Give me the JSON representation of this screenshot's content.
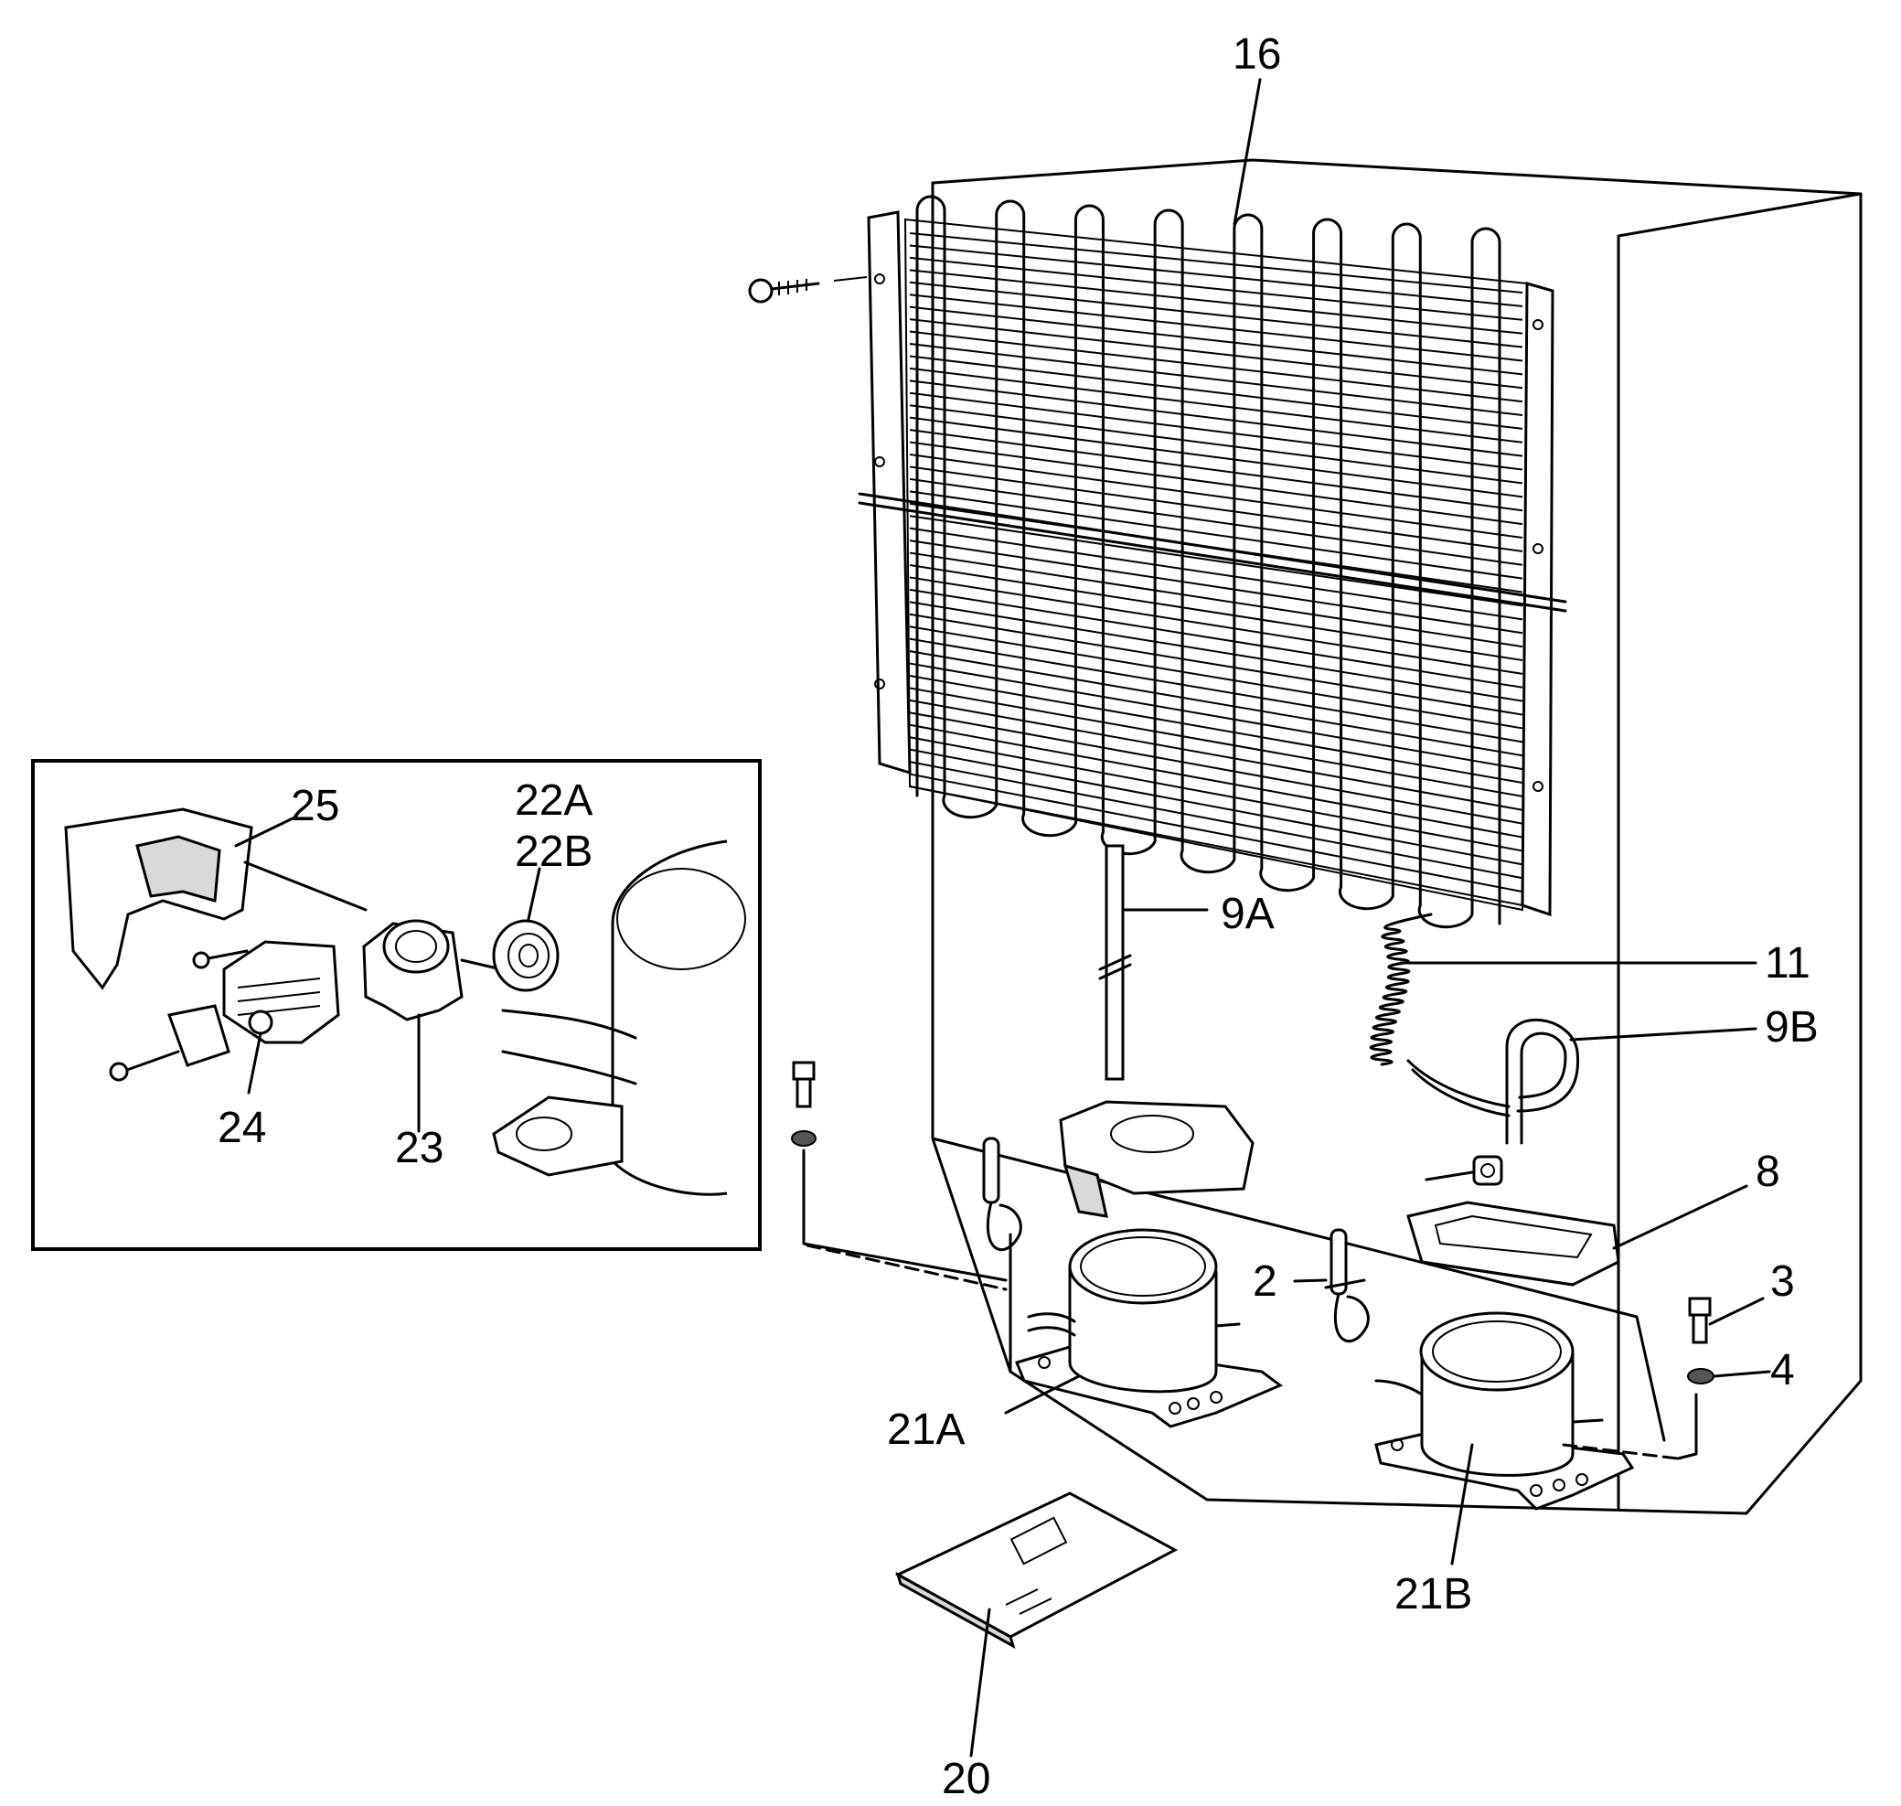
{
  "parts": [
    {
      "id": "p16",
      "label": "16"
    },
    {
      "id": "p9A",
      "label": "9A"
    },
    {
      "id": "p11",
      "label": "11"
    },
    {
      "id": "p9B",
      "label": "9B"
    },
    {
      "id": "p8",
      "label": "8"
    },
    {
      "id": "p2",
      "label": "2"
    },
    {
      "id": "p3",
      "label": "3"
    },
    {
      "id": "p4",
      "label": "4"
    },
    {
      "id": "p21A",
      "label": "21A"
    },
    {
      "id": "p21B",
      "label": "21B"
    },
    {
      "id": "p20",
      "label": "20"
    },
    {
      "id": "p25",
      "label": "25"
    },
    {
      "id": "p22A",
      "label": "22A"
    },
    {
      "id": "p22B",
      "label": "22B"
    },
    {
      "id": "p24",
      "label": "24"
    },
    {
      "id": "p23",
      "label": "23"
    }
  ]
}
